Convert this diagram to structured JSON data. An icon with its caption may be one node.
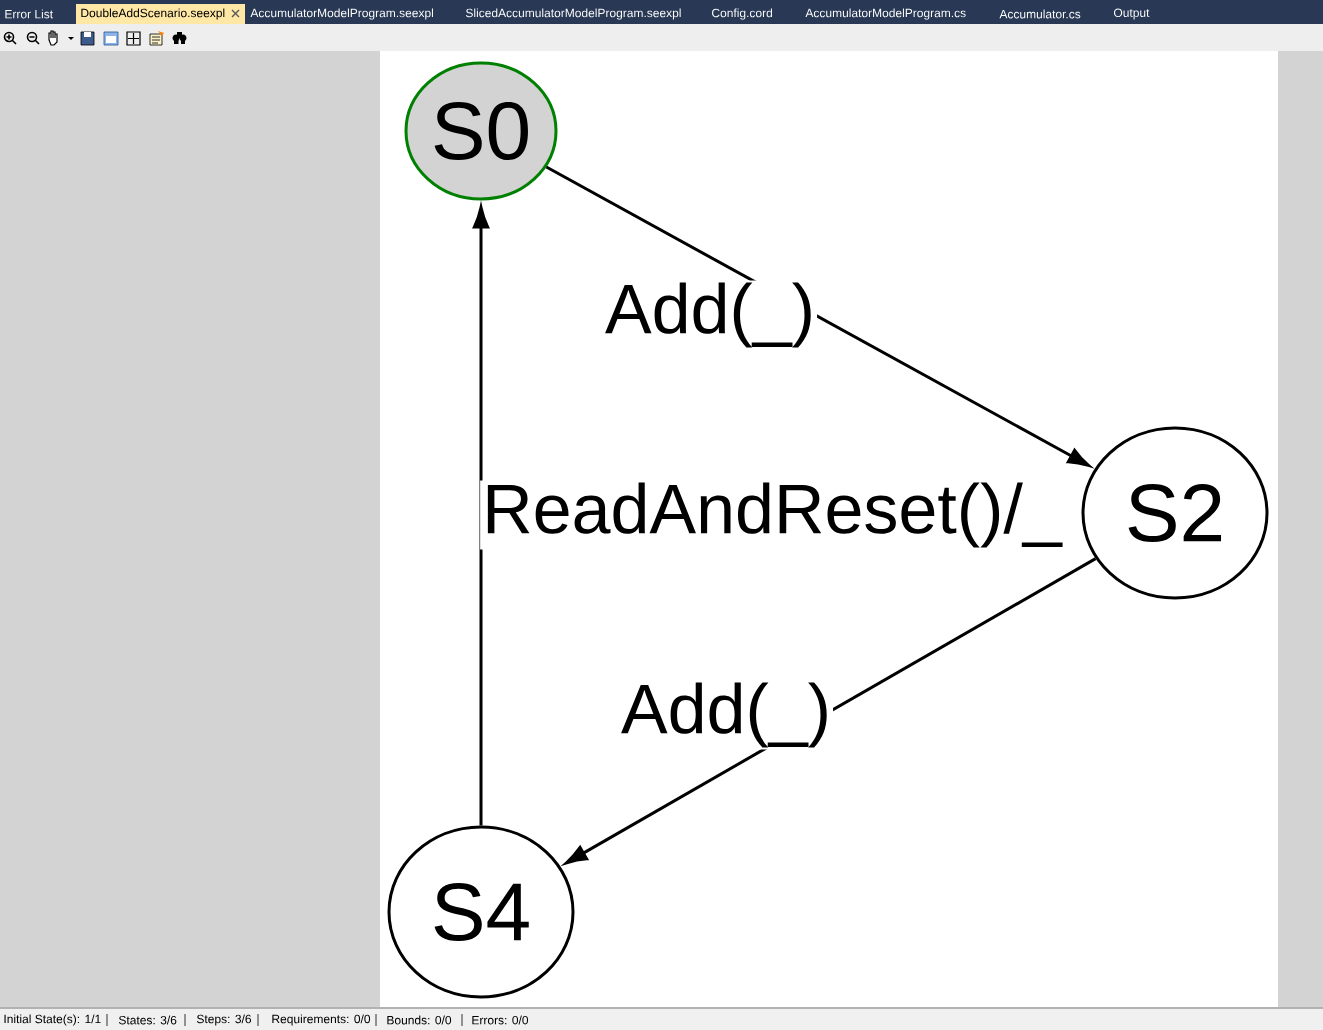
{
  "diagram": {
    "nodes": [
      {
        "text": [
          "S0"
        ]
      },
      {
        "text": [
          "S2"
        ]
      },
      {
        "text": [
          "S4"
        ]
      }
    ],
    "edges": [
      {
        "from": 0,
        "to": 1,
        "arrow": "to",
        "label": "Add(_)"
      },
      {
        "from": 1,
        "to": 2,
        "arrow": "to",
        "label": "Add(_)"
      },
      {
        "from": 2,
        "to": 0,
        "arrow": "to",
        "label": "ReadAndReset()/_"
      }
    ],
    "labels": [
      "Error List",
      "DoubleAddScenario.seexpl",
      "AccumulatorModelProgram.seexpl",
      "SlicedAccumulatorModelProgram.seexpl",
      "Config.cord",
      "AccumulatorModelProgram.cs",
      "Accumulator.cs",
      "Output",
      "Initial State(s): 1/1",
      "States:  3/6",
      "Steps: 3/6",
      "Requirements: 0/0",
      "Bounds:  0/0",
      "Errors:  0/0"
    ]
  }
}
